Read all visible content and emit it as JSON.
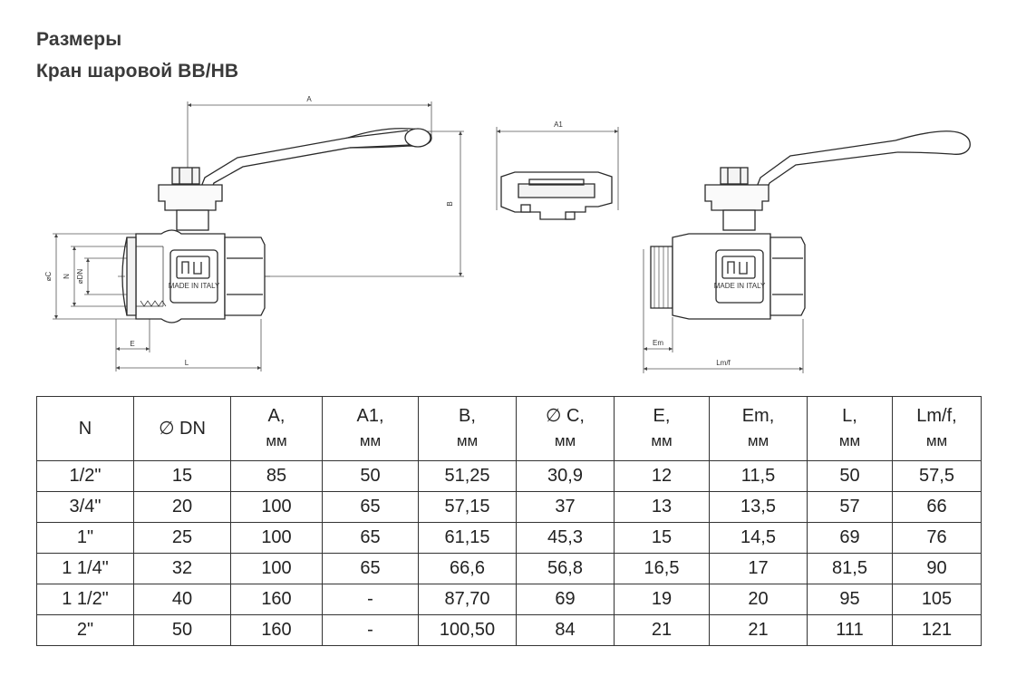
{
  "heading": {
    "section": "Размеры",
    "product": "Кран шаровой ВВ/НВ"
  },
  "drawing_labels": {
    "a": "A",
    "a1": "A1",
    "b": "B",
    "c": "⌀C",
    "n": "N",
    "dn": "⌀DN",
    "e": "E",
    "l": "L",
    "em": "Em",
    "lmf": "Lm/f",
    "marking": "MADE IN ITALY"
  },
  "table": {
    "headers": [
      {
        "label": "N",
        "unit": ""
      },
      {
        "label": "∅ DN",
        "unit": ""
      },
      {
        "label": "A,",
        "unit": "мм"
      },
      {
        "label": "A1,",
        "unit": "мм"
      },
      {
        "label": "B,",
        "unit": "мм"
      },
      {
        "label": "∅ C,",
        "unit": "мм"
      },
      {
        "label": "E,",
        "unit": "мм"
      },
      {
        "label": "Em,",
        "unit": "мм"
      },
      {
        "label": "L,",
        "unit": "мм"
      },
      {
        "label": "Lm/f,",
        "unit": "мм"
      }
    ],
    "rows": [
      [
        "1/2\"",
        "15",
        "85",
        "50",
        "51,25",
        "30,9",
        "12",
        "11,5",
        "50",
        "57,5"
      ],
      [
        "3/4\"",
        "20",
        "100",
        "65",
        "57,15",
        "37",
        "13",
        "13,5",
        "57",
        "66"
      ],
      [
        "1\"",
        "25",
        "100",
        "65",
        "61,15",
        "45,3",
        "15",
        "14,5",
        "69",
        "76"
      ],
      [
        "1 1/4\"",
        "32",
        "100",
        "65",
        "66,6",
        "56,8",
        "16,5",
        "17",
        "81,5",
        "90"
      ],
      [
        "1 1/2\"",
        "40",
        "160",
        "-",
        "87,70",
        "69",
        "19",
        "20",
        "95",
        "105"
      ],
      [
        "2\"",
        "50",
        "160",
        "-",
        "100,50",
        "84",
        "21",
        "21",
        "111",
        "121"
      ]
    ]
  }
}
